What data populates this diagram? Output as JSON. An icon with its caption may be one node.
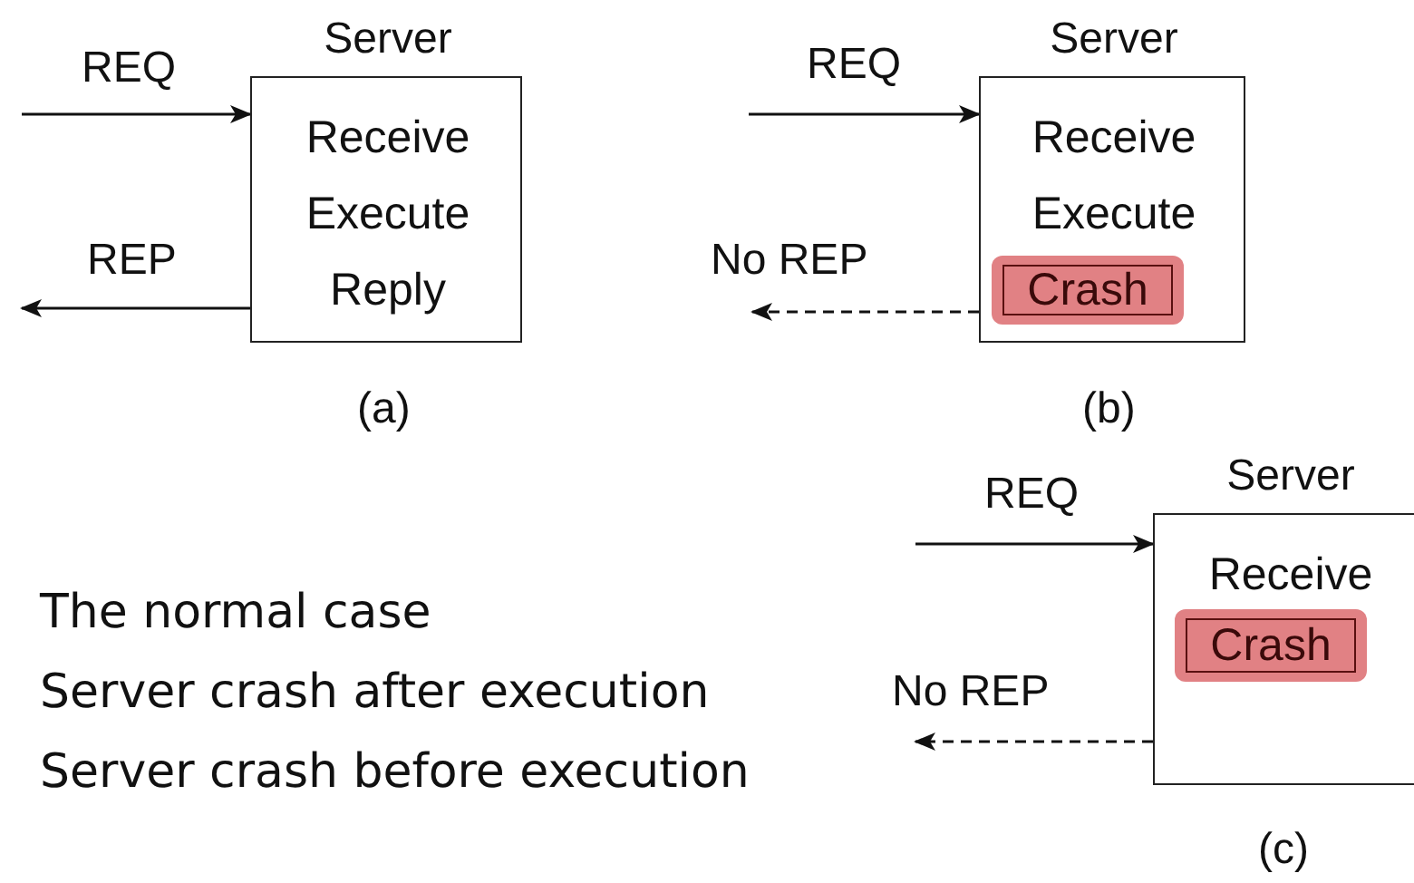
{
  "diagram": {
    "nodes": [
      {
        "text": [
          "Server",
          "Receive",
          "Execute",
          "Reply"
        ]
      },
      {
        "text": [
          "Server",
          "Receive",
          "Execute"
        ]
      },
      {
        "text": [
          "Crash"
        ],
        "in": 1
      },
      {
        "text": [
          "Server",
          "Receive"
        ]
      },
      {
        "text": [
          "Crash"
        ],
        "in": 3
      }
    ],
    "edges": [
      {
        "from": null,
        "to": 0,
        "arrow": "to",
        "label": "REQ"
      },
      {
        "from": 0,
        "to": null,
        "arrow": "to",
        "label": "REP"
      },
      {
        "from": null,
        "to": 1,
        "arrow": "to",
        "label": "REQ"
      },
      {
        "from": 1,
        "to": null,
        "arrow": "to",
        "label": "No REP",
        "style": "dashed"
      },
      {
        "from": null,
        "to": 3,
        "arrow": "to",
        "label": "REQ"
      },
      {
        "from": 3,
        "to": null,
        "arrow": "to",
        "label": "No REP",
        "style": "dashed"
      }
    ],
    "labels": [
      "(a)",
      "(b)",
      "(c)",
      "The normal case",
      "Server crash after execution",
      "Server crash before execution"
    ]
  }
}
